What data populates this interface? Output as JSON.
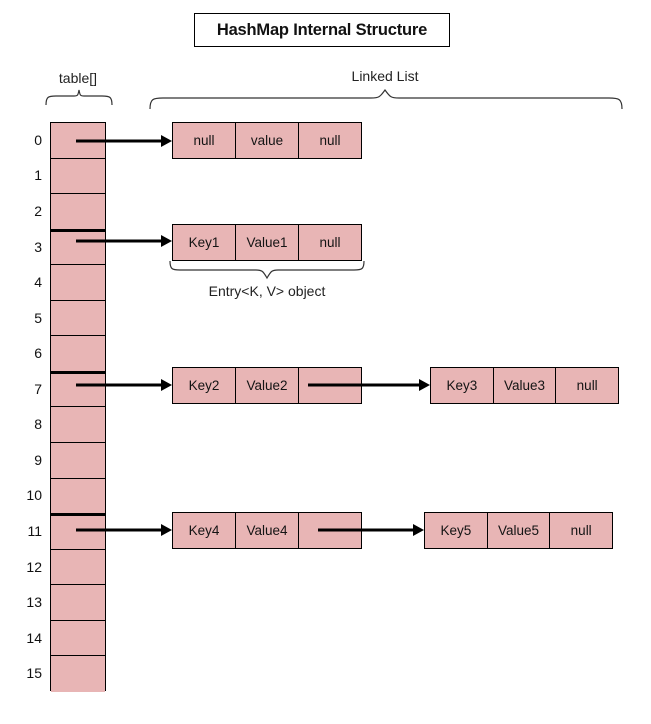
{
  "title": "HashMap Internal Structure",
  "captions": {
    "table": "table[]",
    "linked_list": "Linked List",
    "entry": "Entry<K, V> object"
  },
  "colors": {
    "node_fill": "#e8b5b5",
    "stroke": "#000000",
    "background": "#ffffff"
  },
  "table": {
    "size": 16,
    "indices": [
      "0",
      "1",
      "2",
      "3",
      "4",
      "5",
      "6",
      "7",
      "8",
      "9",
      "10",
      "11",
      "12",
      "13",
      "14",
      "15"
    ],
    "occupied_indices": [
      0,
      3,
      7,
      11
    ]
  },
  "buckets": [
    {
      "index": "0",
      "nodes": [
        {
          "key": "null",
          "value": "value",
          "next": "null"
        }
      ]
    },
    {
      "index": "3",
      "nodes": [
        {
          "key": "Key1",
          "value": "Value1",
          "next": "null"
        }
      ]
    },
    {
      "index": "7",
      "nodes": [
        {
          "key": "Key2",
          "value": "Value2",
          "next": ""
        },
        {
          "key": "Key3",
          "value": "Value3",
          "next": "null"
        }
      ]
    },
    {
      "index": "11",
      "nodes": [
        {
          "key": "Key4",
          "value": "Value4",
          "next": ""
        },
        {
          "key": "Key5",
          "value": "Value5",
          "next": "null"
        }
      ]
    }
  ]
}
